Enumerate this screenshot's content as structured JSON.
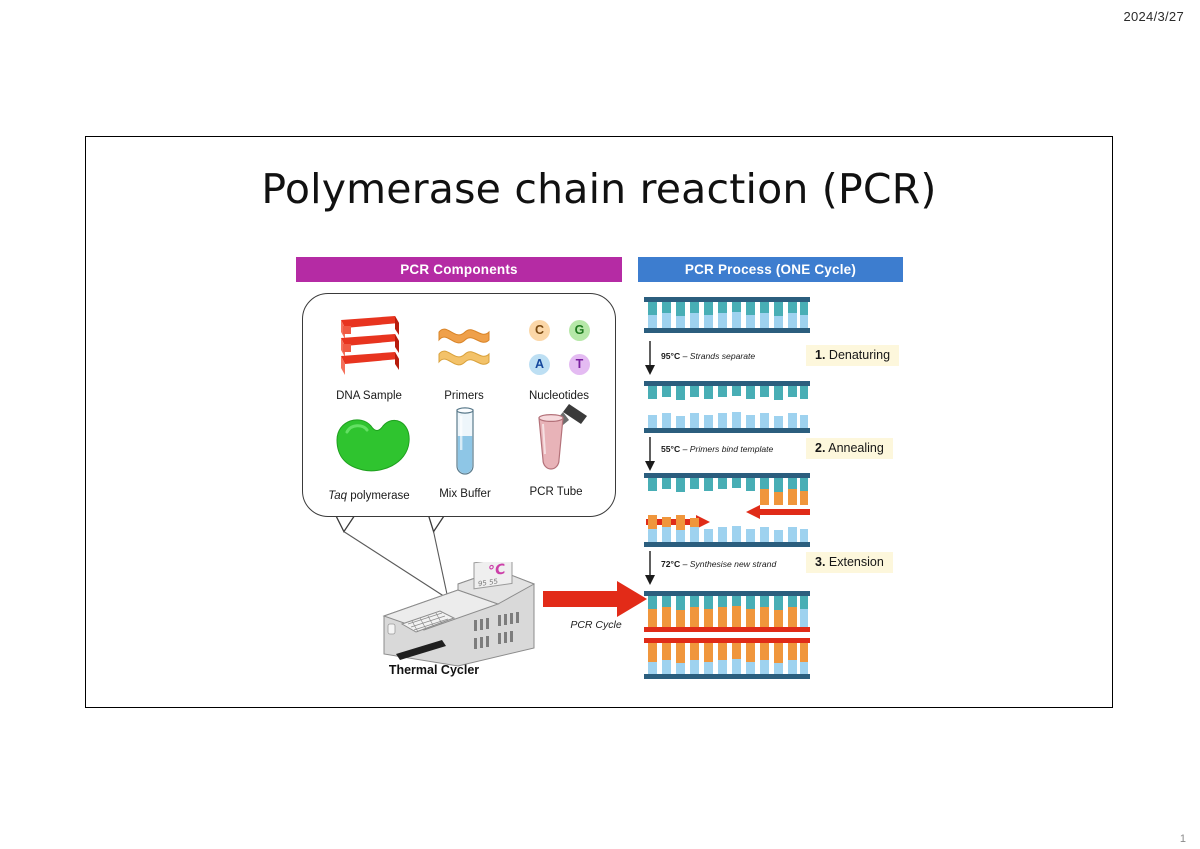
{
  "page": {
    "date": "2024/3/27",
    "page_number": "1"
  },
  "slide": {
    "title": "Polymerase chain reaction (PCR)",
    "left_panel": {
      "banner": "PCR Components",
      "banner_color": "#b52ba4",
      "items": [
        {
          "label": "DNA Sample",
          "icon": "dna-helix-icon",
          "color": "#e03020"
        },
        {
          "label": "Primers",
          "icon": "primer-strands-icon",
          "color": "#f0a242"
        },
        {
          "label": "Nucleotides",
          "icon": "nucleotide-circles-icon",
          "color": "#000000"
        },
        {
          "label": "Taq polymerase",
          "italic_part": "Taq",
          "icon": "enzyme-blob-icon",
          "color": "#2fc32f"
        },
        {
          "label": "Mix Buffer",
          "icon": "test-tube-icon",
          "color": "#7cbde0"
        },
        {
          "label": "PCR Tube",
          "icon": "pcr-tube-icon",
          "color": "#e3a9ae"
        }
      ],
      "nucleotides": [
        {
          "letter": "C",
          "halo": "#fbd7a8",
          "text": "#7a4a12"
        },
        {
          "letter": "G",
          "halo": "#b6e8a8",
          "text": "#1e7a1e"
        },
        {
          "letter": "A",
          "halo": "#bddff3",
          "text": "#15479c"
        },
        {
          "letter": "T",
          "halo": "#e4bbf2",
          "text": "#7a1fa0"
        }
      ],
      "thermal_cycler_label": "Thermal Cycler",
      "cycle_arrow_label": "PCR Cycle",
      "cycle_arrow_color": "#e22b18"
    },
    "right_panel": {
      "banner": "PCR Process  (ONE Cycle)",
      "banner_color": "#3d7dcf",
      "steps": [
        {
          "number": "1.",
          "name": "Denaturing",
          "condition_temp": "95°C",
          "condition_text": " – Strands separate",
          "badge_color": "#fdf7dc"
        },
        {
          "number": "2.",
          "name": "Annealing",
          "condition_temp": "55°C",
          "condition_text": " – Primers bind template",
          "badge_color": "#fdf7dc"
        },
        {
          "number": "3.",
          "name": "Extension",
          "condition_temp": "72°C",
          "condition_text": " – Synthesise new strand",
          "badge_color": "#fdf7dc"
        }
      ],
      "dna_colors": {
        "backbone": "#2b5e7e",
        "base_top": "#48aeb5",
        "base_bottom": "#9ed2ef",
        "primer": "#f0963c",
        "new_strand_backbone": "#e02b18"
      }
    }
  }
}
